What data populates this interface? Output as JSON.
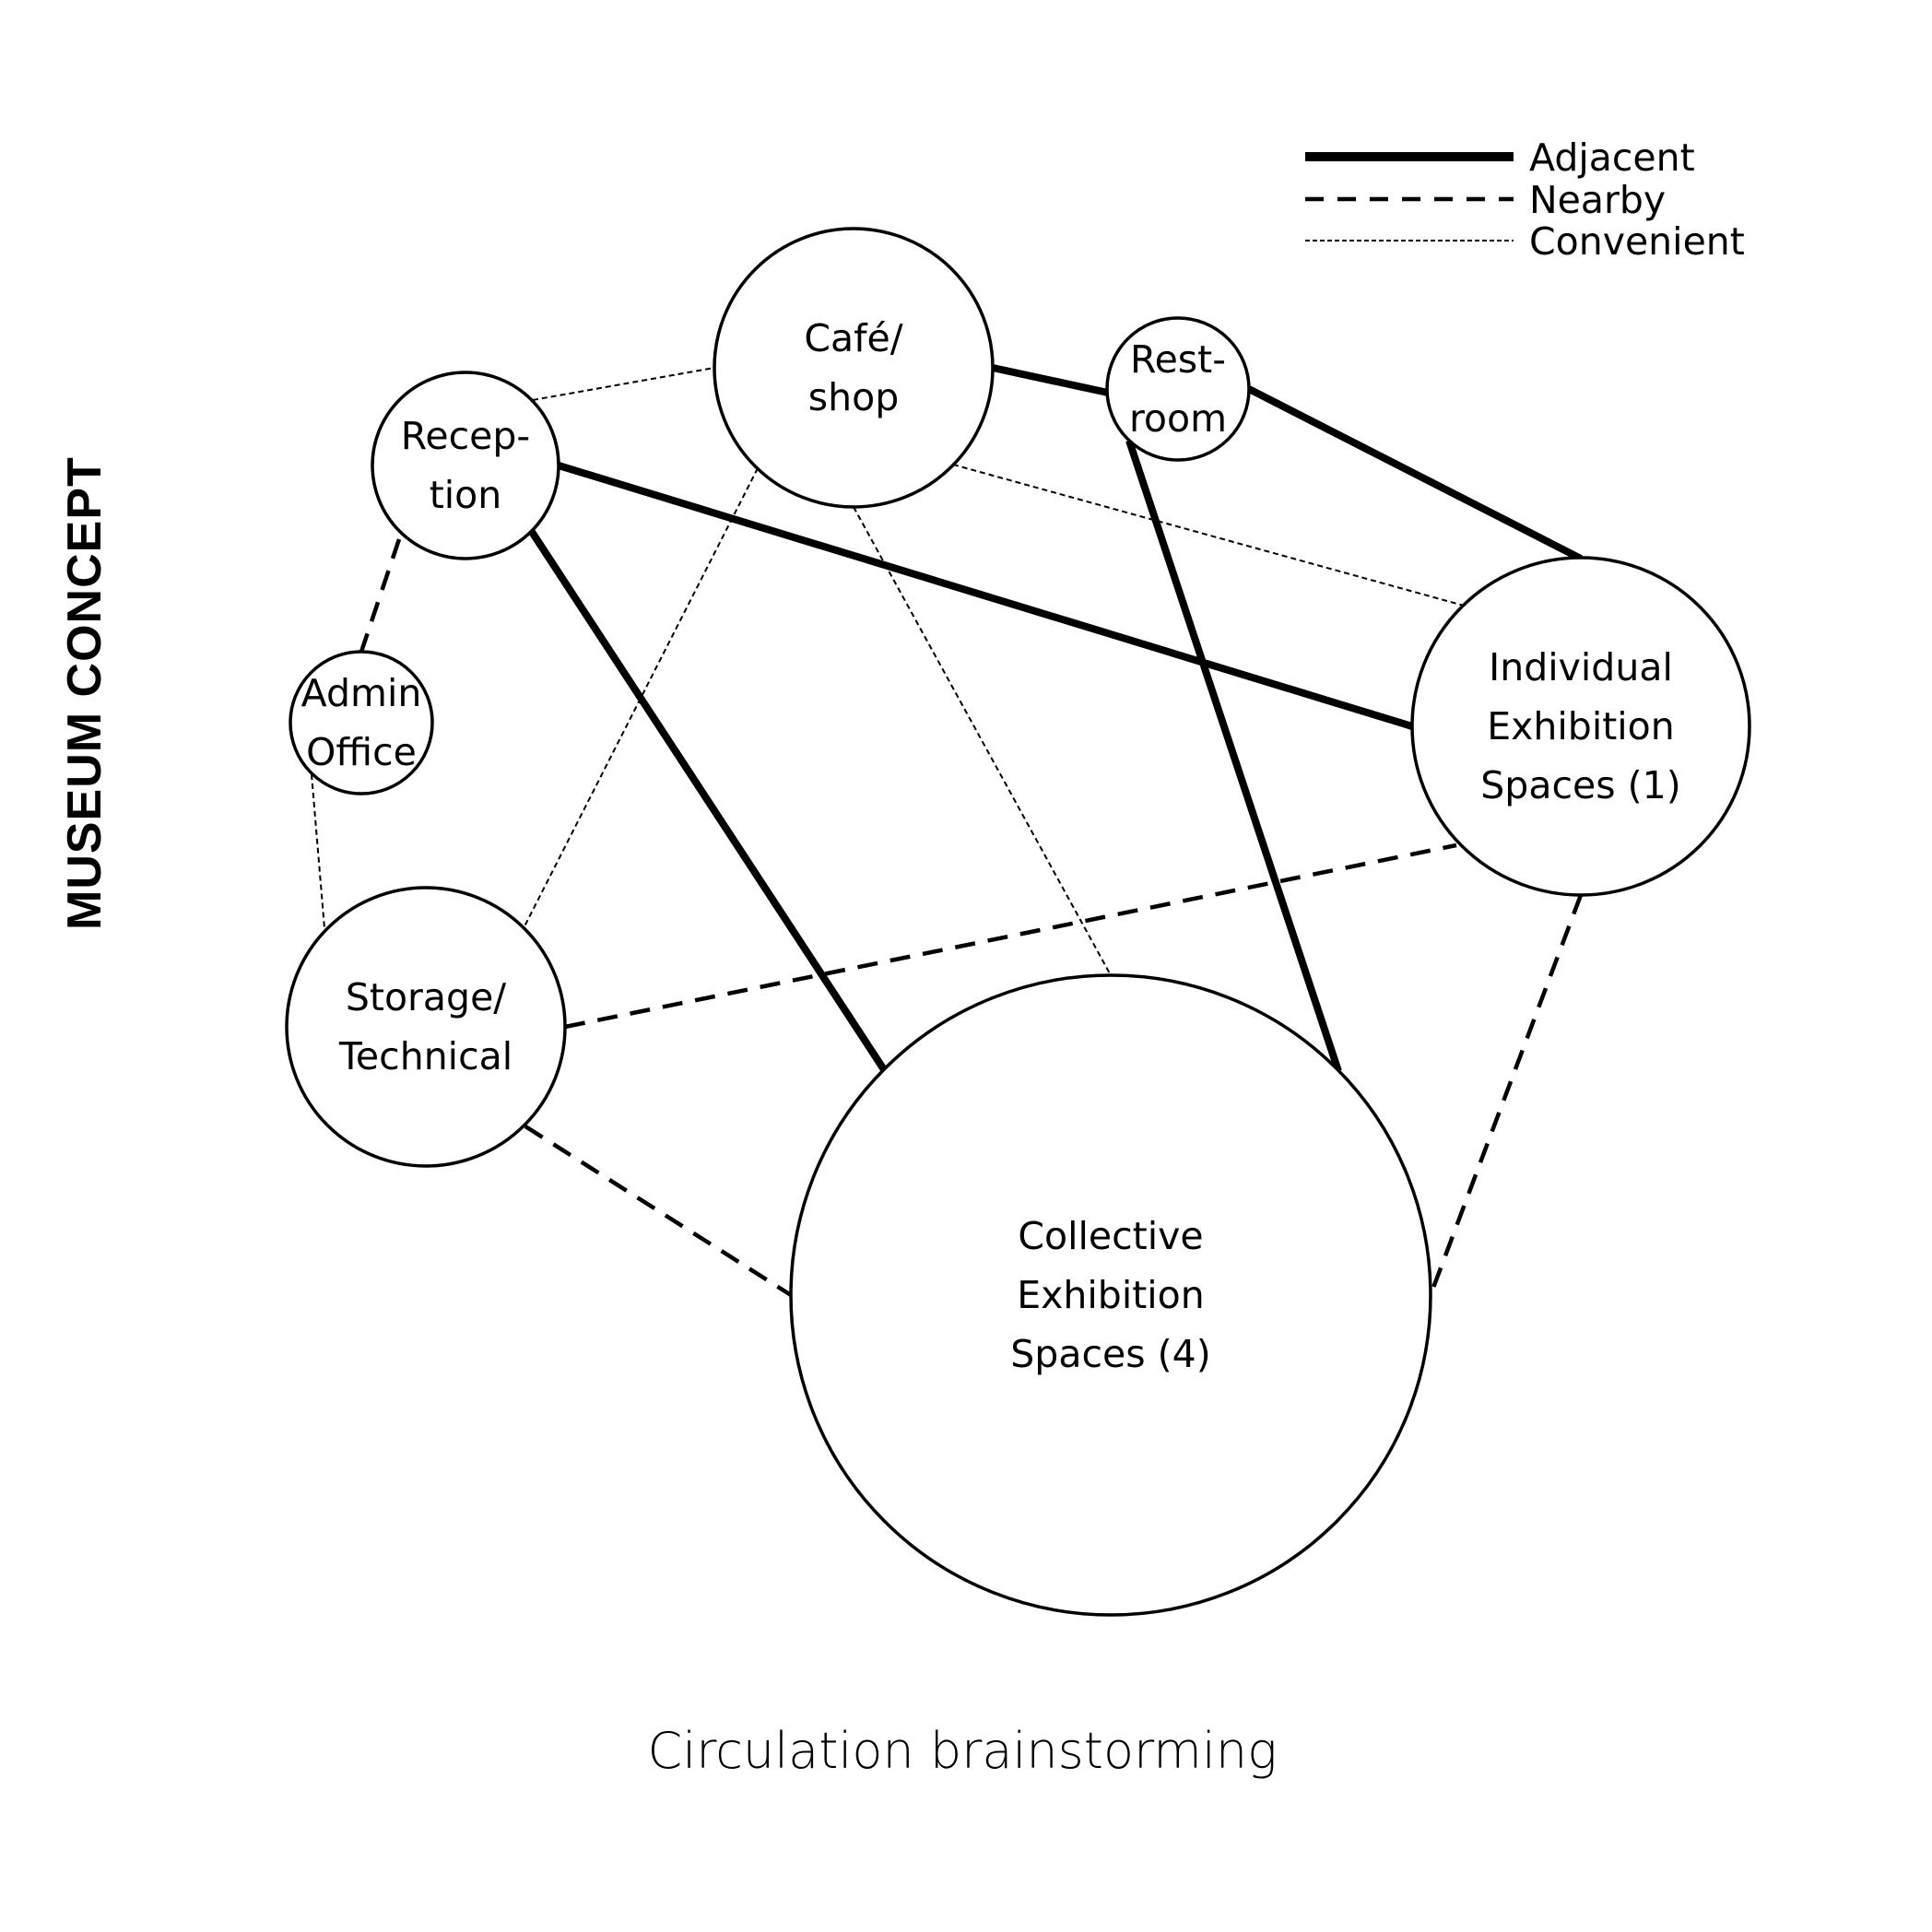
{
  "title": "MUSEUM CONCEPT",
  "caption": "Circulation brainstorming",
  "legend": [
    {
      "type": "adjacent",
      "label": "Adjacent"
    },
    {
      "type": "nearby",
      "label": "Nearby"
    },
    {
      "type": "convenient",
      "label": "Convenient"
    }
  ],
  "nodes": [
    {
      "id": "reception",
      "lines": [
        "Recep-",
        "tion"
      ]
    },
    {
      "id": "cafe",
      "lines": [
        "Café/",
        "shop"
      ]
    },
    {
      "id": "restroom",
      "lines": [
        "Rest-",
        "room"
      ]
    },
    {
      "id": "admin",
      "lines": [
        "Admin",
        "Office"
      ]
    },
    {
      "id": "individual",
      "lines": [
        "Individual",
        "Exhibition",
        "Spaces (1)"
      ]
    },
    {
      "id": "storage",
      "lines": [
        "Storage/",
        "Technical"
      ]
    },
    {
      "id": "collective",
      "lines": [
        "Collective",
        "Exhibition",
        "Spaces (4)"
      ]
    }
  ],
  "edges": [
    {
      "from": "cafe",
      "to": "restroom",
      "type": "adjacent"
    },
    {
      "from": "restroom",
      "to": "individual",
      "type": "adjacent"
    },
    {
      "from": "reception",
      "to": "individual",
      "type": "adjacent"
    },
    {
      "from": "reception",
      "to": "collective",
      "type": "adjacent"
    },
    {
      "from": "restroom",
      "to": "collective",
      "type": "adjacent"
    },
    {
      "from": "reception",
      "to": "admin",
      "type": "nearby"
    },
    {
      "from": "storage",
      "to": "individual",
      "type": "nearby"
    },
    {
      "from": "storage",
      "to": "collective",
      "type": "nearby"
    },
    {
      "from": "individual",
      "to": "collective",
      "type": "nearby"
    },
    {
      "from": "reception",
      "to": "cafe",
      "type": "convenient"
    },
    {
      "from": "cafe",
      "to": "individual",
      "type": "convenient"
    },
    {
      "from": "cafe",
      "to": "storage",
      "type": "convenient"
    },
    {
      "from": "cafe",
      "to": "collective",
      "type": "convenient"
    },
    {
      "from": "admin",
      "to": "storage",
      "type": "convenient"
    }
  ]
}
